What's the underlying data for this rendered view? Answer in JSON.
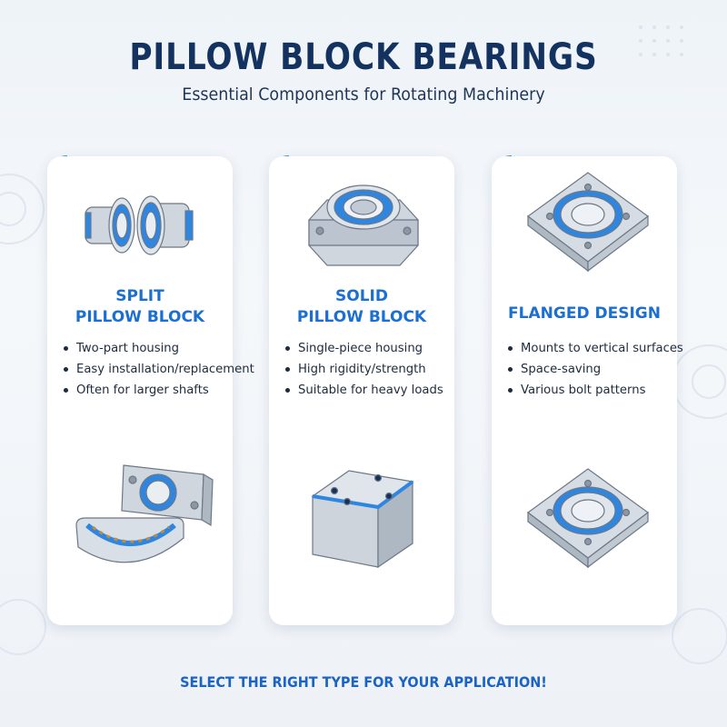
{
  "header": {
    "title": "PILLOW BLOCK BEARINGS",
    "subtitle": "Essential Components for Rotating Machinery"
  },
  "cards": [
    {
      "title_line1": "SPLIT",
      "title_line2": "PILLOW BLOCK",
      "bullets": [
        "Two-part housing",
        "Easy installation/replacement",
        "Often for larger shafts"
      ],
      "top_illustration": "split-bearing-halves-icon",
      "bottom_illustration": "split-housing-open-icon"
    },
    {
      "title_line1": "SOLID",
      "title_line2": "PILLOW BLOCK",
      "bullets": [
        "Single-piece housing",
        "High rigidity/strength",
        "Suitable for heavy loads"
      ],
      "top_illustration": "solid-pillow-block-icon",
      "bottom_illustration": "solid-block-housing-icon"
    },
    {
      "title_line1": "FLANGED DESIGN",
      "title_line2": "",
      "bullets": [
        "Mounts to vertical surfaces",
        "Space-saving",
        "Various bolt patterns"
      ],
      "top_illustration": "square-flange-bearing-icon",
      "bottom_illustration": "square-flange-bearing-icon"
    }
  ],
  "footer": {
    "cta": "SELECT THE RIGHT TYPE FOR YOUR APPLICATION!"
  },
  "colors": {
    "accent": "#1b6fd1",
    "title": "#13325f",
    "ring": "#2f86e0",
    "metal": "#c9d1da"
  }
}
